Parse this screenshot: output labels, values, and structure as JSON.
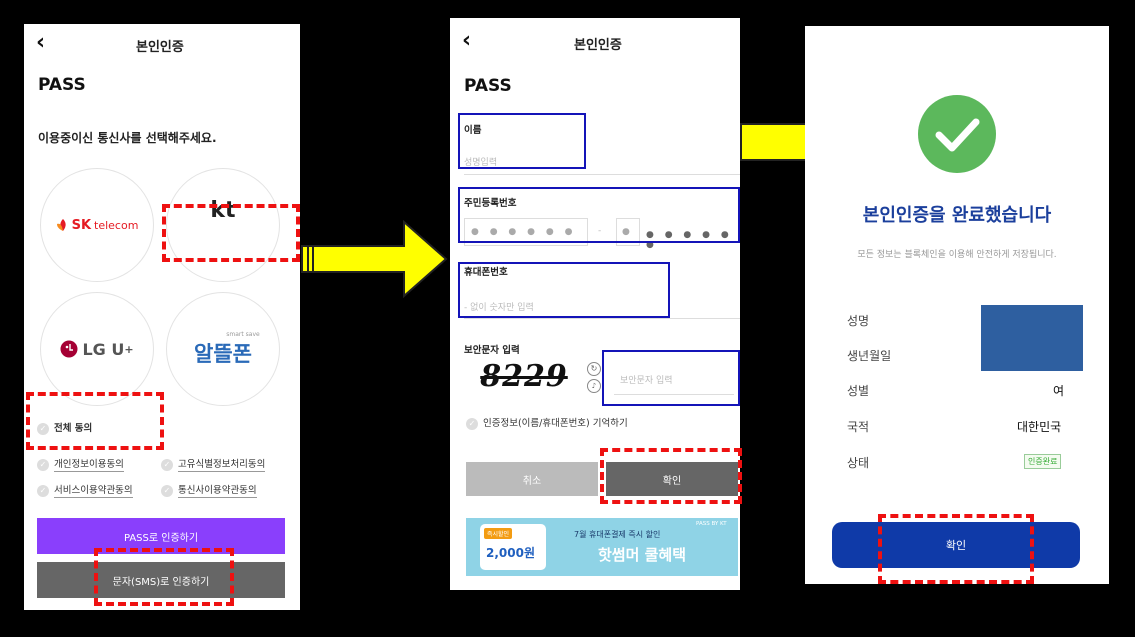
{
  "screen1": {
    "back_icon": "chevron-left-icon",
    "title": "본인인증",
    "brand": "PASS",
    "instruction": "이용중이신 통신사를 선택해주세요.",
    "carriers": {
      "skt": {
        "line1": "SK",
        "line2": "telecom"
      },
      "kt": "kt",
      "lgu": "LG U",
      "lgu_plus": "+",
      "mvno_small": "smart save",
      "mvno": "알뜰폰"
    },
    "agree_all": "전체 동의",
    "agreements": [
      "개인정보이용동의",
      "고유식별정보처리동의",
      "서비스이용약관동의",
      "통신사이용약관동의"
    ],
    "pass_button": "PASS로 인증하기",
    "sms_button": "문자(SMS)로 인증하기"
  },
  "screen2": {
    "back_icon": "chevron-left-icon",
    "title": "본인인증",
    "brand": "PASS",
    "name_label": "이름",
    "name_placeholder": "성명입력",
    "rrn_label": "주민등록번호",
    "rrn_front_mask": "● ● ● ● ● ●",
    "rrn_dash": "-",
    "rrn_back_mask": "● ● ● ● ● ●",
    "phone_label": "휴대폰번호",
    "phone_placeholder": "- 없이 숫자만 입력",
    "captcha_label": "보안문자 입력",
    "captcha_text": "8229",
    "captcha_placeholder": "보안문자 입력",
    "remember": "인증정보(이름/휴대폰번호) 기억하기",
    "cancel_button": "취소",
    "confirm_button": "확인",
    "banner": {
      "badge": "즉시할인",
      "amount": "2,000원",
      "top_text": "7월 휴대폰결제 즉시 할인",
      "main_text": "핫썸머 쿨혜택",
      "brand": "PASS BY KT"
    }
  },
  "screen3": {
    "headline": "본인인증을 완료했습니다",
    "subtext": "모든 정보는 블록체인을 이용해 안전하게 저장됩니다.",
    "rows": [
      {
        "label": "성명",
        "value": ""
      },
      {
        "label": "생년월일",
        "value": ""
      },
      {
        "label": "성별",
        "value": "여"
      },
      {
        "label": "국적",
        "value": "대한민국"
      },
      {
        "label": "상태",
        "value": "인증완료"
      }
    ],
    "confirm_button": "확인"
  },
  "colors": {
    "pass_purple": "#8a3ffc",
    "sms_gray": "#666666",
    "confirm_blue": "#0f3aa8",
    "success_green": "#5cb85c",
    "redacted_blue": "#2e5fa0",
    "arrow_yellow": "#ffff00",
    "highlight_red": "#ee1111",
    "highlight_blue": "#1414b8"
  }
}
